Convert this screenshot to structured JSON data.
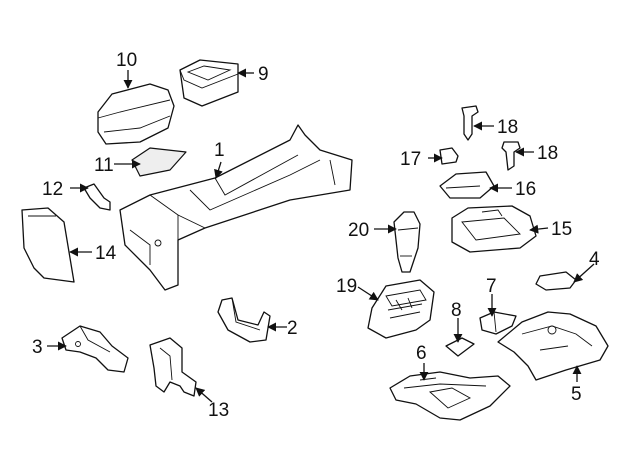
{
  "callouts": [
    {
      "id": "1",
      "label": "1"
    },
    {
      "id": "2",
      "label": "2"
    },
    {
      "id": "3",
      "label": "3"
    },
    {
      "id": "4",
      "label": "4"
    },
    {
      "id": "5",
      "label": "5"
    },
    {
      "id": "6",
      "label": "6"
    },
    {
      "id": "7",
      "label": "7"
    },
    {
      "id": "8",
      "label": "8"
    },
    {
      "id": "9",
      "label": "9"
    },
    {
      "id": "10",
      "label": "10"
    },
    {
      "id": "11",
      "label": "11"
    },
    {
      "id": "12",
      "label": "12"
    },
    {
      "id": "13",
      "label": "13"
    },
    {
      "id": "14",
      "label": "14"
    },
    {
      "id": "15",
      "label": "15"
    },
    {
      "id": "16",
      "label": "16"
    },
    {
      "id": "17",
      "label": "17"
    },
    {
      "id": "18a",
      "label": "18"
    },
    {
      "id": "18b",
      "label": "18"
    },
    {
      "id": "19",
      "label": "19"
    },
    {
      "id": "20",
      "label": "20"
    }
  ]
}
